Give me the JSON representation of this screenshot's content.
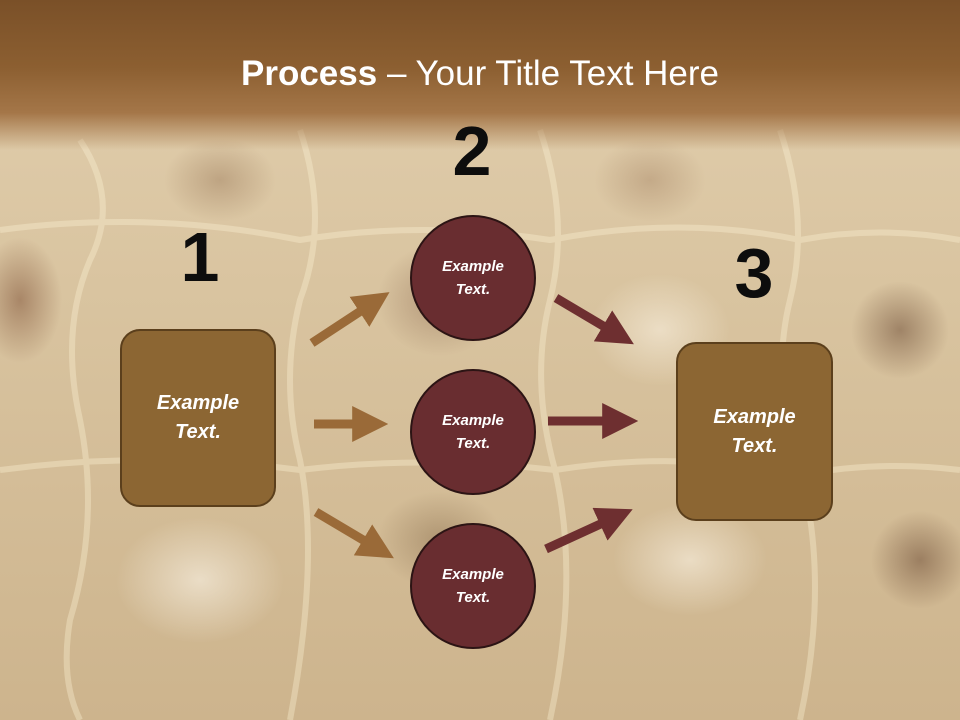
{
  "slide": {
    "title_strong": "Process",
    "title_rest": " – Your Title Text Here",
    "numbers": [
      "1",
      "2",
      "3"
    ],
    "left_box": "Example\nText.",
    "right_box": "Example\nText.",
    "circles": [
      "Example\nText.",
      "Example\nText.",
      "Example\nText."
    ]
  },
  "colors": {
    "header_band": "#8c5f31",
    "box_fill": "#8c6633",
    "circle_fill": "#692d30",
    "arrow_left": "#9a6a38",
    "arrow_right": "#6e2f30"
  }
}
